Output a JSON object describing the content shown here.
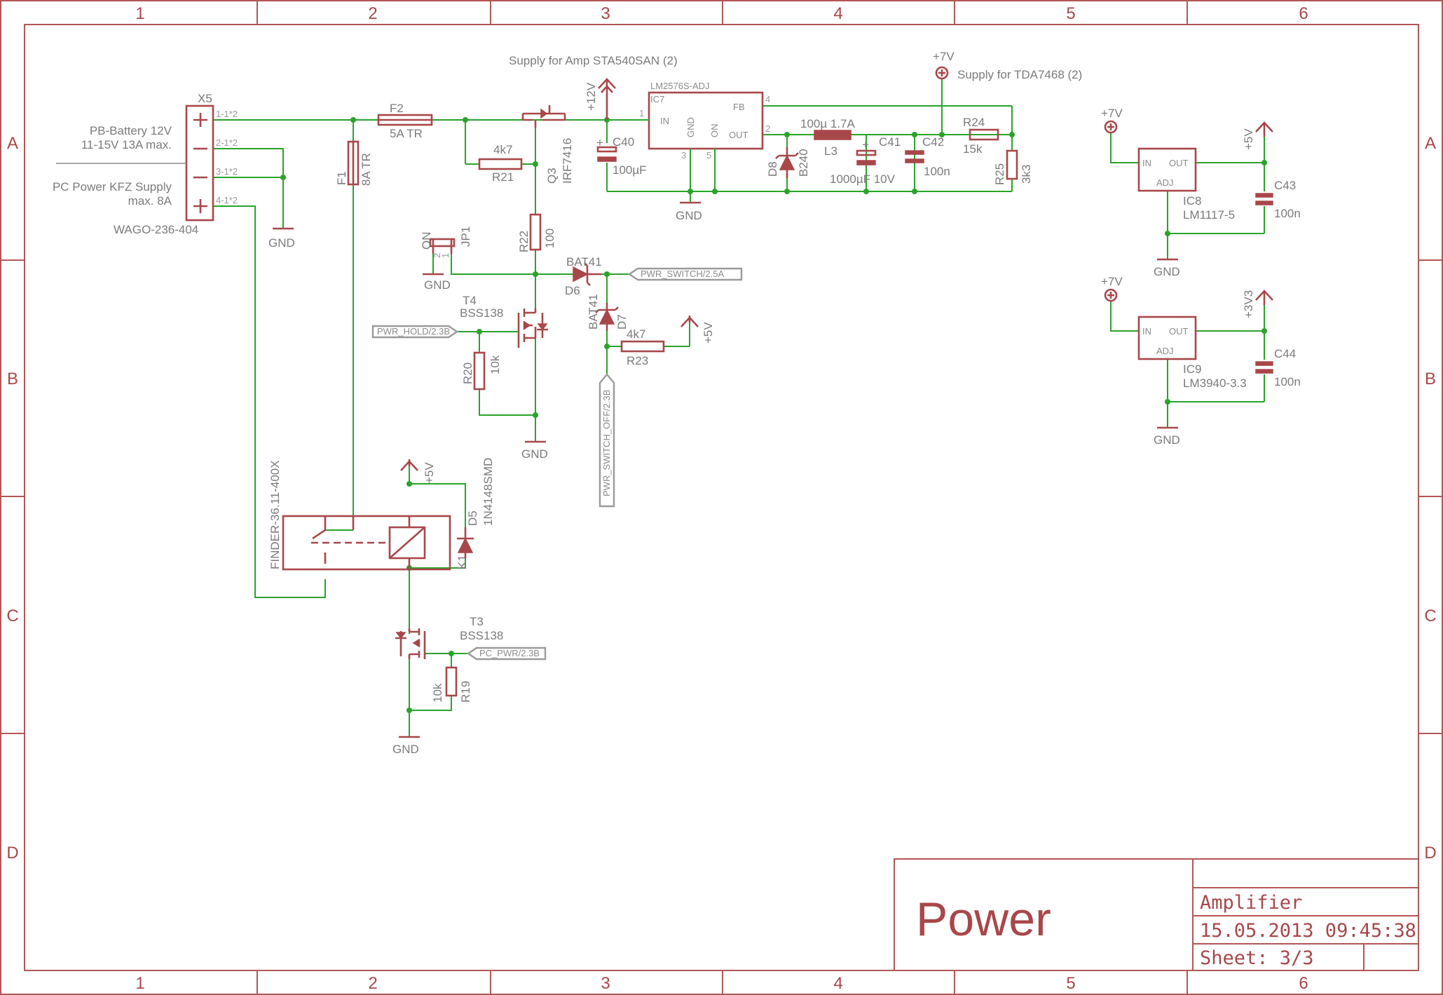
{
  "title_block": {
    "title": "Power",
    "project": "Amplifier",
    "datetime": "15.05.2013 09:45:38",
    "sheet": "Sheet: 3/3"
  },
  "frame": {
    "columns": [
      "1",
      "2",
      "3",
      "4",
      "5",
      "6"
    ],
    "rows": [
      "A",
      "B",
      "C",
      "D"
    ]
  },
  "power_labels": {
    "p12v": "+12V",
    "p7v": "+7V",
    "p5v": "+5V",
    "p3v3": "+3V3",
    "gnd": "GND",
    "supply_amp": "Supply for Amp STA540SAN (2)",
    "supply_tda": "Supply for TDA7468 (2)"
  },
  "connector": {
    "name": "X5",
    "type": "WAGO-236-404",
    "pins": [
      "1-1*2",
      "2-1*2",
      "3-1*2",
      "4-1*2"
    ],
    "desc1": "PB-Battery 12V",
    "desc2": "11-15V 13A max.",
    "desc3": "PC Power KFZ Supply",
    "desc4": "max. 8A"
  },
  "components": {
    "f2_name": "F2",
    "f2_value": "5A TR",
    "f1_name": "F1",
    "f1_value": "8A TR",
    "r21_name": "R21",
    "r21_value": "4k7",
    "q3_name": "Q3",
    "q3_value": "IRF7416",
    "c40_name": "C40",
    "c40_value": "100µF",
    "ic7_name": "IC7",
    "ic7_type": "LM2576S-ADJ",
    "ic7_in": "IN",
    "ic7_gnd": "GND",
    "ic7_on": "ON",
    "ic7_out": "OUT",
    "ic7_fb": "FB",
    "ic7_pin1": "1",
    "ic7_pin2": "2",
    "ic7_pin3": "3",
    "ic7_pin4": "4",
    "ic7_pin5": "5",
    "l3_name": "L3",
    "l3_value": "100µ 1.7A",
    "d8_name": "D8",
    "d8_value": "B240",
    "c41_name": "C41",
    "c41_value": "1000µF 10V",
    "c42_name": "C42",
    "c42_value": "100n",
    "r24_name": "R24",
    "r24_value": "15k",
    "r25_name": "R25",
    "r25_value": "3k3",
    "jp1_name": "JP1",
    "jp1_on": "ON",
    "jp1_pin1": "1",
    "jp1_pin2": "2",
    "r22_name": "R22",
    "r22_value": "100",
    "d6_name": "D6",
    "d6_value": "BAT41",
    "d7_name": "D7",
    "d7_value": "BAT41",
    "t4_name": "T4",
    "t4_value": "BSS138",
    "r20_name": "R20",
    "r20_value": "10k",
    "r23_name": "R23",
    "r23_value": "4k7",
    "k1_name": "K1",
    "k1_value": "FINDER-36.11-400X",
    "d5_name": "D5",
    "d5_value": "1N4148SMD",
    "t3_name": "T3",
    "t3_value": "BSS138",
    "r19_name": "R19",
    "r19_value": "10k",
    "ic8_name": "IC8",
    "ic8_value": "LM1117-5",
    "ic9_name": "IC9",
    "ic9_value": "LM3940-3.3",
    "reg_in": "IN",
    "reg_out": "OUT",
    "reg_adj": "ADJ",
    "c43_name": "C43",
    "c43_value": "100n",
    "c44_name": "C44",
    "c44_value": "100n"
  },
  "net_labels": {
    "pwr_switch": "PWR_SWITCH/2.5A",
    "pwr_hold": "PWR_HOLD/2.3B",
    "pwr_switch_off": "PWR_SWITCH_OFF/2.3B",
    "pc_pwr": "PC_PWR/2.3B"
  }
}
